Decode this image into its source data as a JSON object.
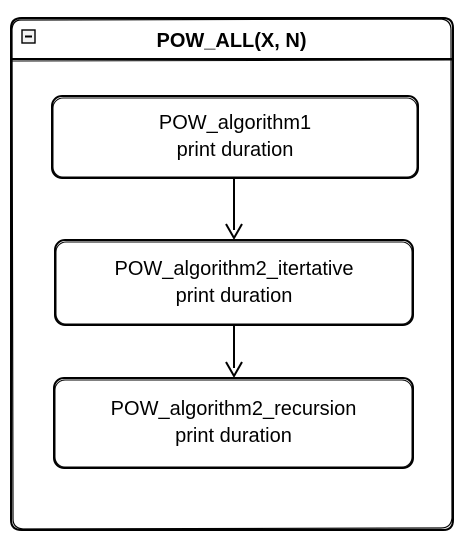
{
  "container": {
    "title": "POW_ALL(X, N)",
    "collapse_icon": "minus-box-icon"
  },
  "nodes": [
    {
      "id": "pow-algorithm1",
      "line1": "POW_algorithm1",
      "line2": "print duration"
    },
    {
      "id": "pow-algorithm2-itertative",
      "line1": "POW_algorithm2_itertative",
      "line2": "print duration"
    },
    {
      "id": "pow-algorithm2-recursion",
      "line1": "POW_algorithm2_recursion",
      "line2": "print duration"
    }
  ],
  "edges": [
    {
      "from": "pow-algorithm1",
      "to": "pow-algorithm2-itertative"
    },
    {
      "from": "pow-algorithm2-itertative",
      "to": "pow-algorithm2-recursion"
    }
  ],
  "colors": {
    "stroke": "#000000",
    "fill": "#ffffff"
  }
}
